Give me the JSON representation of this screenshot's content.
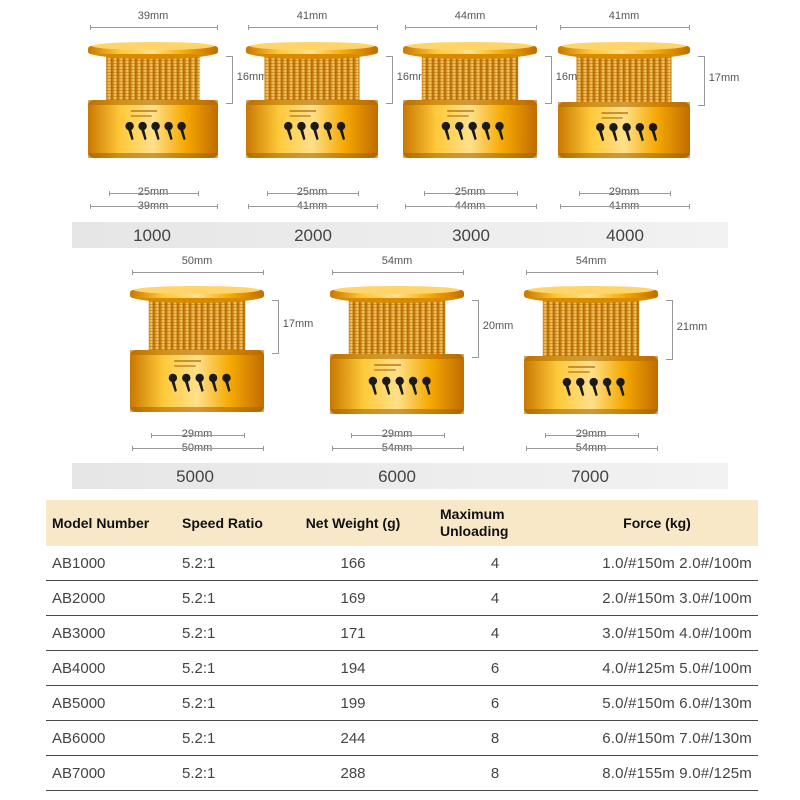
{
  "spools": [
    {
      "model": "1000",
      "top": "39mm",
      "height": "16mm",
      "inner": "25mm",
      "bottom": "39mm"
    },
    {
      "model": "2000",
      "top": "41mm",
      "height": "16mm",
      "inner": "25mm",
      "bottom": "41mm"
    },
    {
      "model": "3000",
      "top": "44mm",
      "height": "16mm",
      "inner": "25mm",
      "bottom": "44mm"
    },
    {
      "model": "4000",
      "top": "41mm",
      "height": "17mm",
      "inner": "29mm",
      "bottom": "41mm"
    },
    {
      "model": "5000",
      "top": "50mm",
      "height": "17mm",
      "inner": "29mm",
      "bottom": "50mm"
    },
    {
      "model": "6000",
      "top": "54mm",
      "height": "20mm",
      "inner": "29mm",
      "bottom": "54mm"
    },
    {
      "model": "7000",
      "top": "54mm",
      "height": "21mm",
      "inner": "29mm",
      "bottom": "54mm"
    }
  ],
  "table": {
    "headers": [
      "Model Number",
      "Speed Ratio",
      "Net Weight (g)",
      "Maximum Unloading",
      "Force (kg)"
    ],
    "rows": [
      [
        "AB1000",
        "5.2:1",
        "166",
        "4",
        "1.0/#150m 2.0#/100m"
      ],
      [
        "AB2000",
        "5.2:1",
        "169",
        "4",
        "2.0/#150m 3.0#/100m"
      ],
      [
        "AB3000",
        "5.2:1",
        "171",
        "4",
        "3.0/#150m 4.0#/100m"
      ],
      [
        "AB4000",
        "5.2:1",
        "194",
        "6",
        "4.0/#125m 5.0#/100m"
      ],
      [
        "AB5000",
        "5.2:1",
        "199",
        "6",
        "5.0/#150m 6.0#/130m"
      ],
      [
        "AB6000",
        "5.2:1",
        "244",
        "8",
        "6.0/#150m 7.0#/130m"
      ],
      [
        "AB7000",
        "5.2:1",
        "288",
        "8",
        "8.0/#155m 9.0#/125m"
      ]
    ]
  },
  "colors": {
    "gold": "#e8a300",
    "gold_light": "#ffd25a",
    "header_bg": "#f8e8c8",
    "band": "#ececec"
  }
}
